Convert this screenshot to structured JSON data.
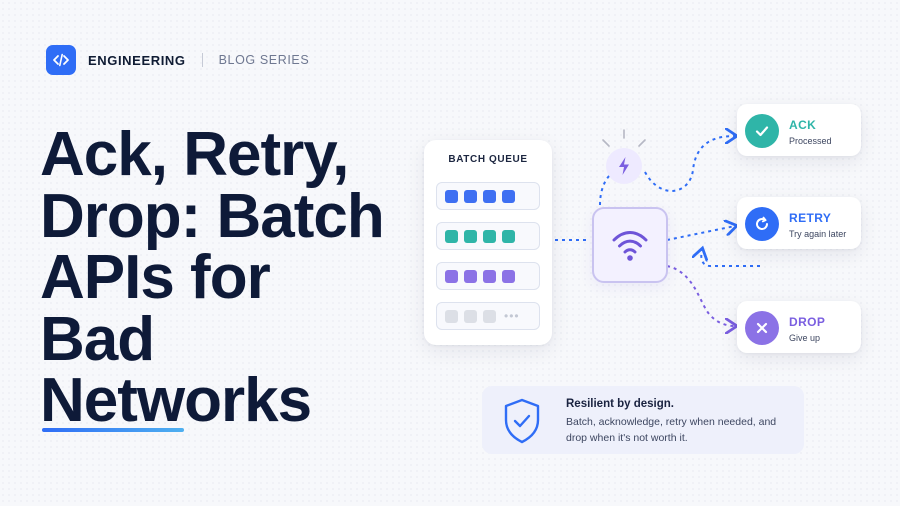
{
  "brand": {
    "category": "ENGINEERING",
    "series": "BLOG SERIES",
    "logo_icon": "code-icon",
    "color": "#2f6df6"
  },
  "headline": {
    "lines": [
      "Ack, Retry,",
      "Drop: Batch",
      "APIs for",
      "Bad Networks"
    ]
  },
  "queue": {
    "title": "BATCH QUEUE",
    "rows": [
      {
        "color": "#3e6ff2",
        "cells": 4,
        "state": "ack"
      },
      {
        "color": "#2fb5a8",
        "cells": 4,
        "state": "retry"
      },
      {
        "color": "#8b72e6",
        "cells": 4,
        "state": "drop"
      },
      {
        "color": "#dcdfe6",
        "cells": 3,
        "state": "pending",
        "more": "•••"
      }
    ]
  },
  "hub": {
    "icon": "wifi-icon",
    "signal_icon": "lightning-icon"
  },
  "outcomes": [
    {
      "title": "ACK",
      "subtitle": "Processed",
      "icon": "check-icon",
      "color": "#2fb5a8",
      "bg": "#2fb5a8"
    },
    {
      "title": "RETRY",
      "subtitle": "Try again later",
      "icon": "refresh-icon",
      "color": "#2f6df6",
      "bg": "#2f6df6"
    },
    {
      "title": "DROP",
      "subtitle": "Give up",
      "icon": "x-icon",
      "color": "#7a5ee0",
      "bg": "#8b72e6"
    }
  ],
  "banner": {
    "title": "Resilient by design.",
    "body": "Batch, acknowledge, retry when needed, and drop when it's not worth it.",
    "icon": "shield-check-icon"
  },
  "accent": {
    "underline_from": "#2f6df6",
    "underline_to": "#4fb0f0"
  }
}
